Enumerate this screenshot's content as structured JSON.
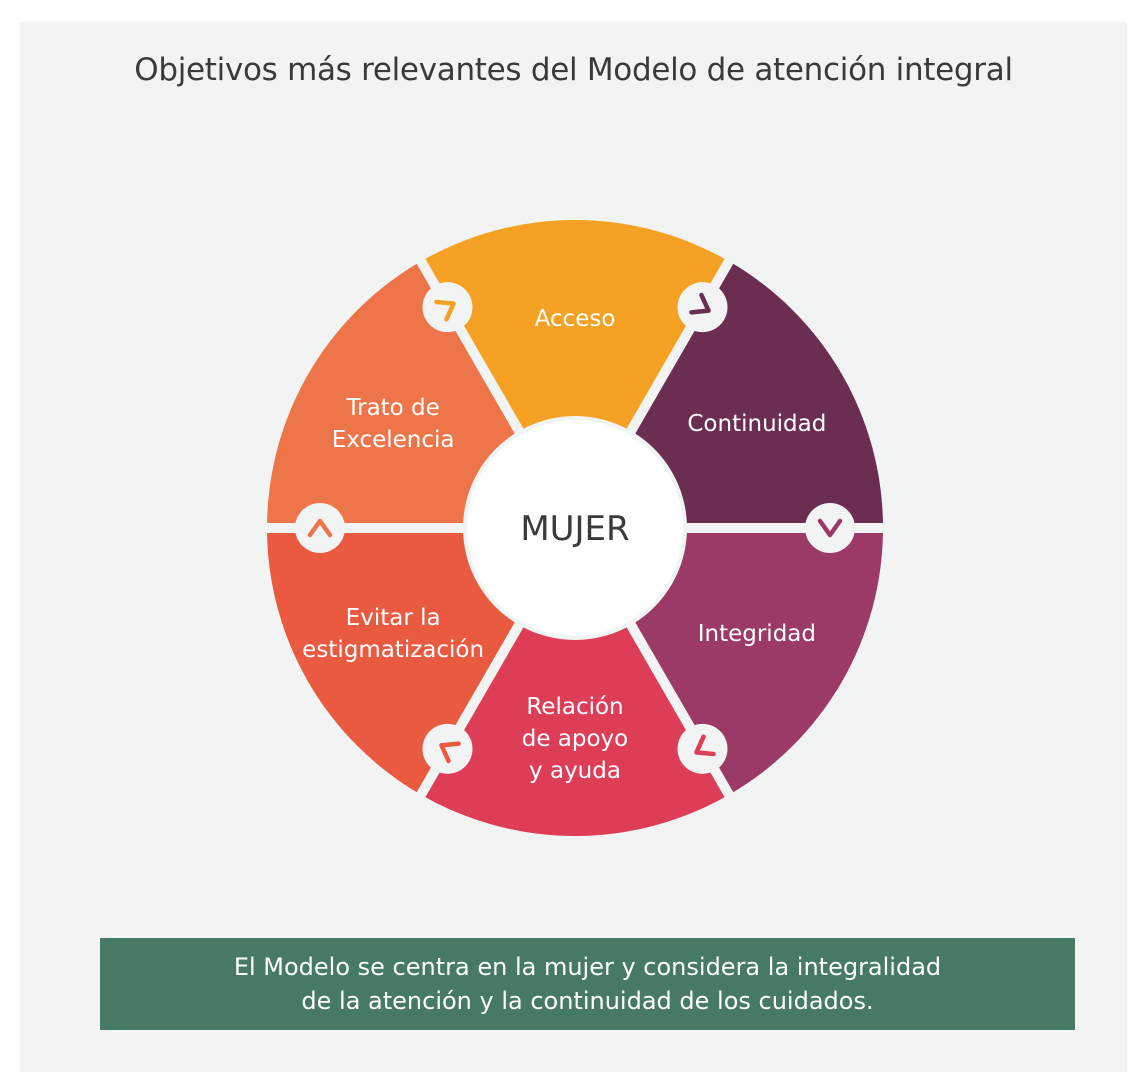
{
  "title": "Objetivos más relevantes del Modelo de atención integral",
  "center": {
    "label": "MUJER",
    "color": "#ffffff",
    "text_color": "#3a3a3a"
  },
  "segments": [
    {
      "name": "acceso",
      "lines": [
        "Acceso"
      ],
      "color": "#f4a124"
    },
    {
      "name": "continuidad",
      "lines": [
        "Continuidad"
      ],
      "color": "#6b2d52"
    },
    {
      "name": "integridad",
      "lines": [
        "Integridad"
      ],
      "color": "#9b3a67"
    },
    {
      "name": "relacion-apoyo-ayuda",
      "lines": [
        "Relación",
        "de apoyo",
        "y ayuda"
      ],
      "color": "#de3d58"
    },
    {
      "name": "evitar-estigmatizacion",
      "lines": [
        "Evitar la",
        "estigmatización"
      ],
      "color": "#e95a40"
    },
    {
      "name": "trato-excelencia",
      "lines": [
        "Trato de",
        "Excelencia"
      ],
      "color": "#ee7549"
    }
  ],
  "arrows": [
    {
      "name": "arrow-1",
      "icon": "chevron-icon",
      "color": "#f4a124"
    },
    {
      "name": "arrow-2",
      "icon": "chevron-icon",
      "color": "#6b2d52"
    },
    {
      "name": "arrow-3",
      "icon": "chevron-icon",
      "color": "#9b3a67"
    },
    {
      "name": "arrow-4",
      "icon": "chevron-icon",
      "color": "#de3d58"
    },
    {
      "name": "arrow-5",
      "icon": "chevron-icon",
      "color": "#e95a40"
    },
    {
      "name": "arrow-6",
      "icon": "chevron-icon",
      "color": "#ee7549"
    }
  ],
  "note": {
    "line1": "El Modelo se centra en la mujer y considera la integralidad",
    "line2": "de la atención y la continuidad de los cuidados.",
    "bg_color": "#477a62"
  }
}
